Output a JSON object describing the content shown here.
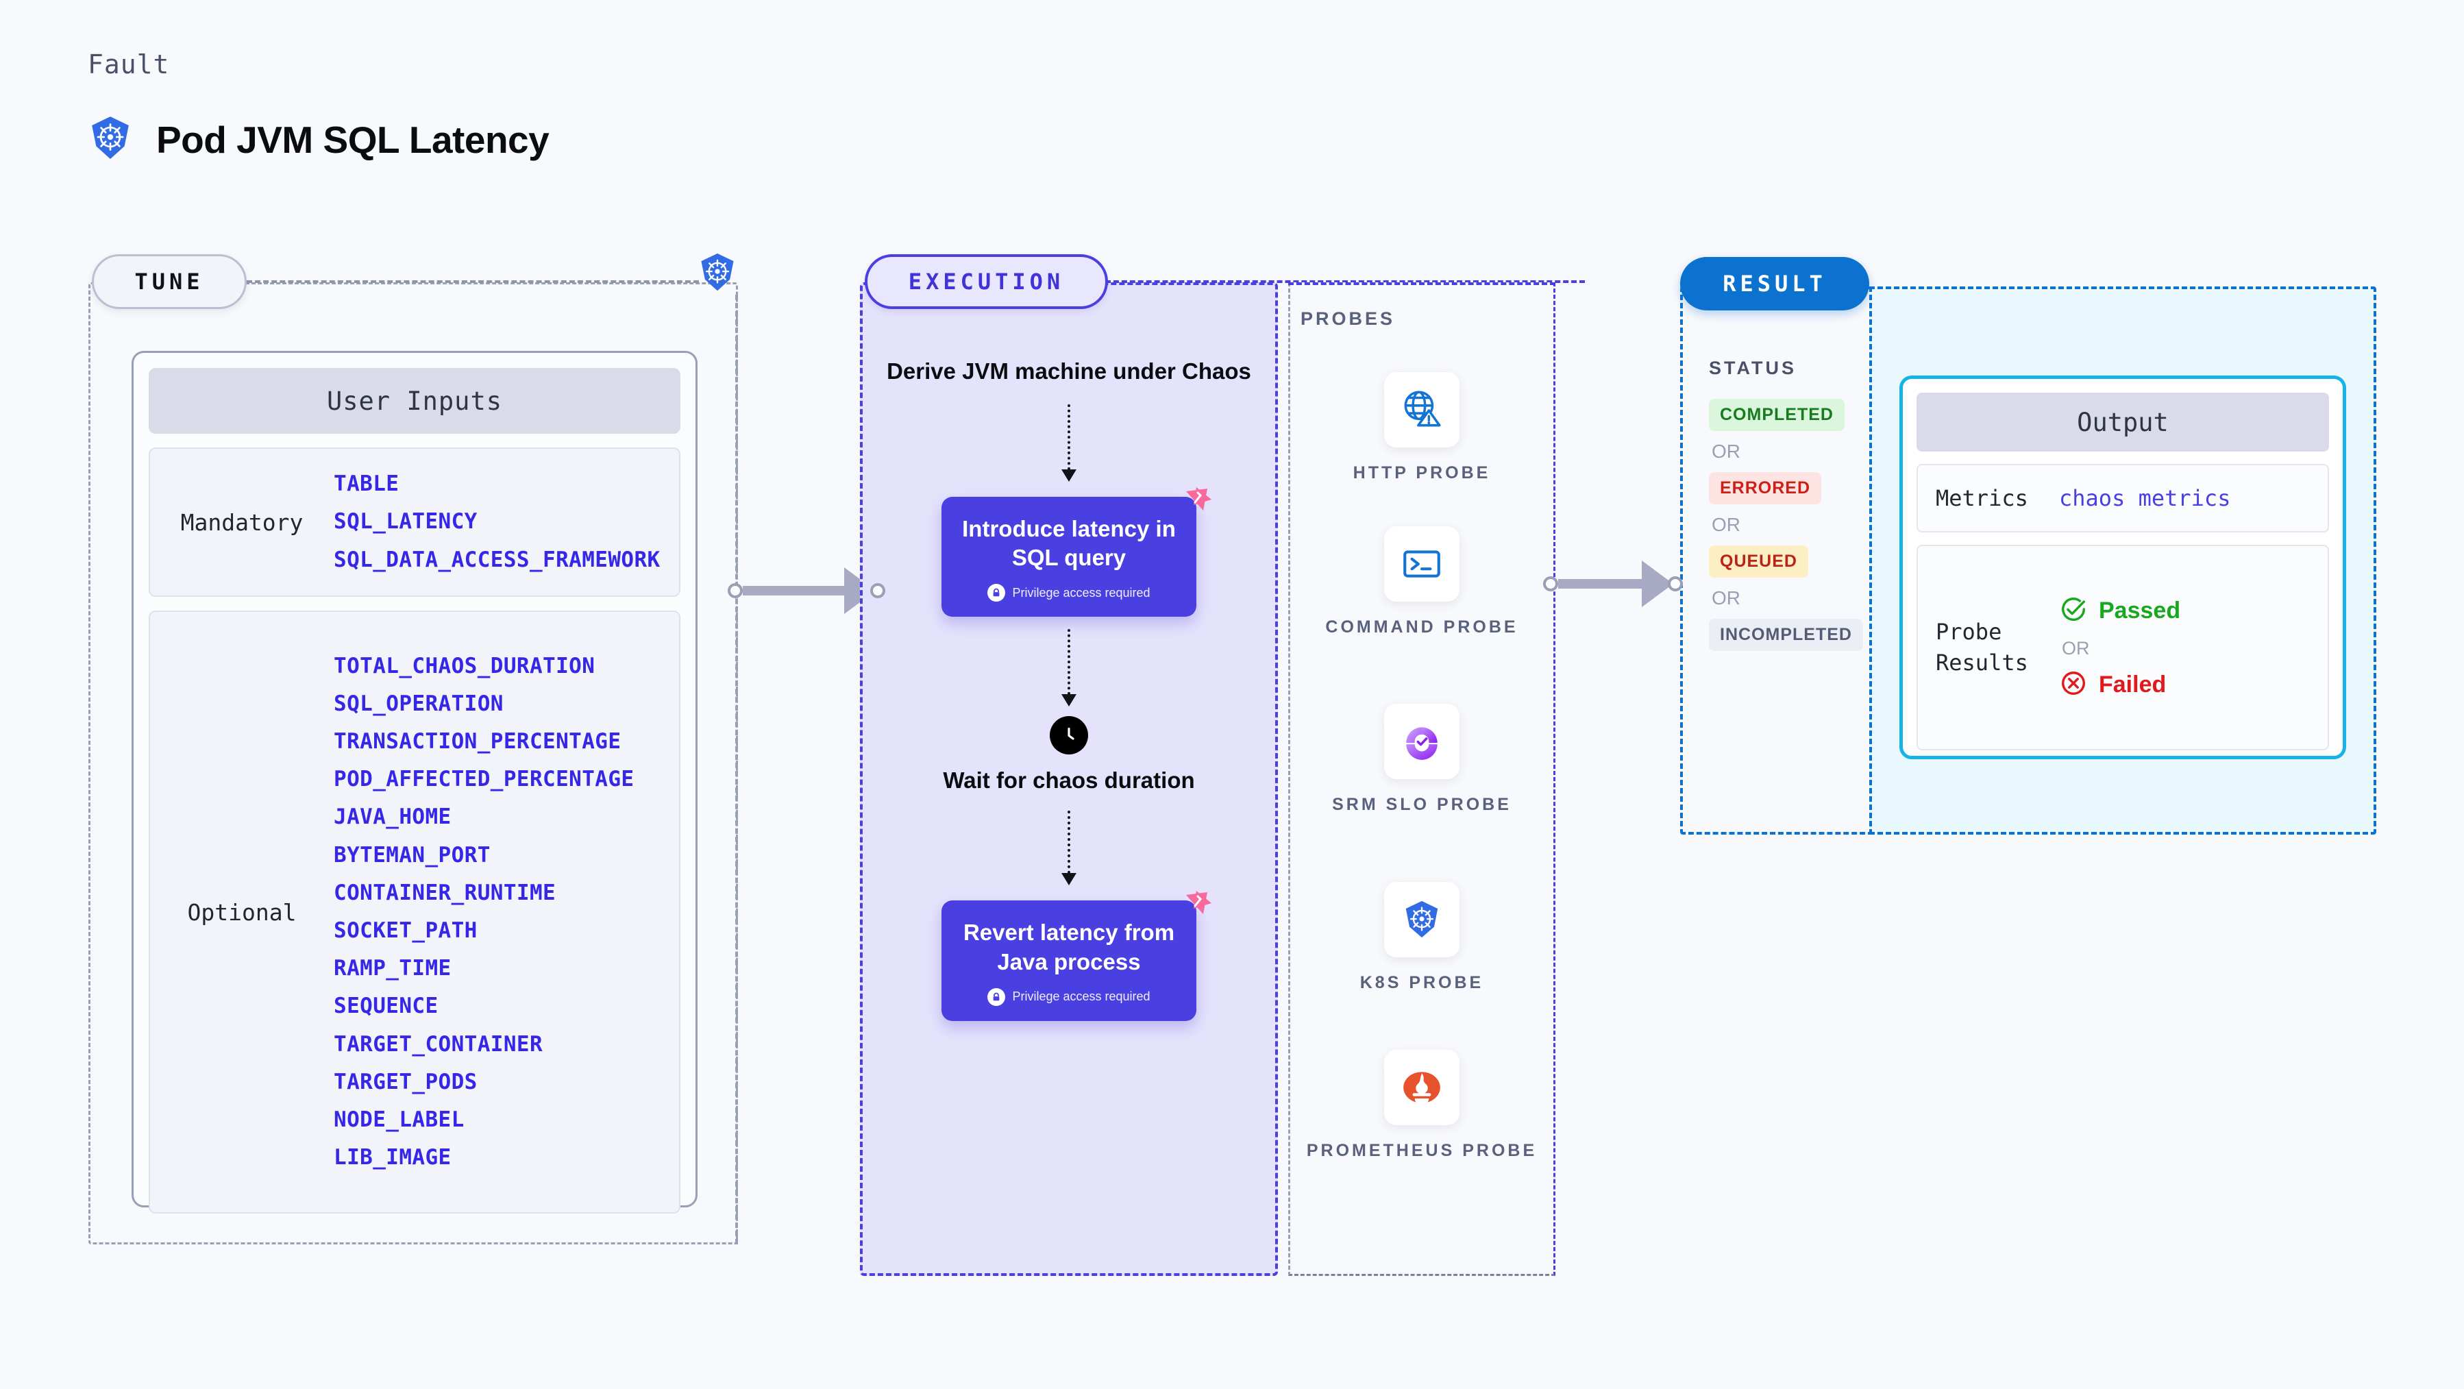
{
  "header": {
    "kicker": "Fault",
    "title": "Pod JVM SQL Latency",
    "icon": "kubernetes-icon"
  },
  "tune": {
    "pill_label": "TUNE",
    "node_icon": "kubernetes-icon",
    "card": {
      "header": "User Inputs",
      "groups": [
        {
          "label": "Mandatory",
          "params": [
            "TABLE",
            "SQL_LATENCY",
            "SQL_DATA_ACCESS_FRAMEWORK"
          ]
        },
        {
          "label": "Optional",
          "params": [
            "TOTAL_CHAOS_DURATION",
            "SQL_OPERATION",
            "TRANSACTION_PERCENTAGE",
            "POD_AFFECTED_PERCENTAGE",
            "JAVA_HOME",
            "BYTEMAN_PORT",
            "CONTAINER_RUNTIME",
            "SOCKET_PATH",
            "RAMP_TIME",
            "SEQUENCE",
            "TARGET_CONTAINER",
            "TARGET_PODS",
            "NODE_LABEL",
            "LIB_IMAGE"
          ]
        }
      ]
    }
  },
  "execution": {
    "pill_label": "EXECUTION",
    "steps": [
      {
        "type": "text",
        "label": "Derive JVM machine under Chaos"
      },
      {
        "type": "action",
        "label": "Introduce latency in SQL query",
        "note": "Privilege access required",
        "icon": "lock-icon",
        "badge": "litmus-badge"
      },
      {
        "type": "wait",
        "label": "Wait for chaos duration",
        "icon": "clock-icon"
      },
      {
        "type": "action",
        "label": "Revert latency from Java process",
        "note": "Privilege access required",
        "icon": "lock-icon",
        "badge": "litmus-badge"
      }
    ]
  },
  "probes": {
    "label": "PROBES",
    "items": [
      {
        "name": "HTTP PROBE",
        "icon": "globe-warning-icon"
      },
      {
        "name": "COMMAND PROBE",
        "icon": "terminal-icon"
      },
      {
        "name": "SRM SLO PROBE",
        "icon": "srm-slo-icon"
      },
      {
        "name": "K8S PROBE",
        "icon": "kubernetes-icon"
      },
      {
        "name": "PROMETHEUS PROBE",
        "icon": "prometheus-icon"
      }
    ]
  },
  "result": {
    "pill_label": "RESULT",
    "status_title": "STATUS",
    "or_label": "OR",
    "statuses": [
      {
        "label": "COMPLETED",
        "bg": "#dcf5dd",
        "fg": "#167c1f"
      },
      {
        "label": "ERRORED",
        "bg": "#fde3e1",
        "fg": "#cc2017"
      },
      {
        "label": "QUEUED",
        "bg": "#fcefc4",
        "fg": "#bb2318"
      },
      {
        "label": "INCOMPLETED",
        "bg": "#eceef5",
        "fg": "#545b73"
      }
    ],
    "output": {
      "header": "Output",
      "metrics_key": "Metrics",
      "metrics_value": "chaos metrics",
      "probe_key": "Probe Results",
      "passed": "Passed",
      "failed": "Failed",
      "or_label": "OR",
      "passed_icon": "check-circle-icon",
      "failed_icon": "x-circle-icon"
    }
  },
  "colors": {
    "page_bg": "#f8f9fc",
    "exec_purple": "#4a3fe0",
    "exec_panel_bg": "#e5e3fb",
    "result_blue": "#0b72d0",
    "output_cyan": "#16b3e8",
    "param_blue": "#3526e8",
    "k8s_blue": "#326ce5",
    "litmus_pink": "#f8699e",
    "pass_green": "#18a81f",
    "fail_red": "#e0191a"
  }
}
